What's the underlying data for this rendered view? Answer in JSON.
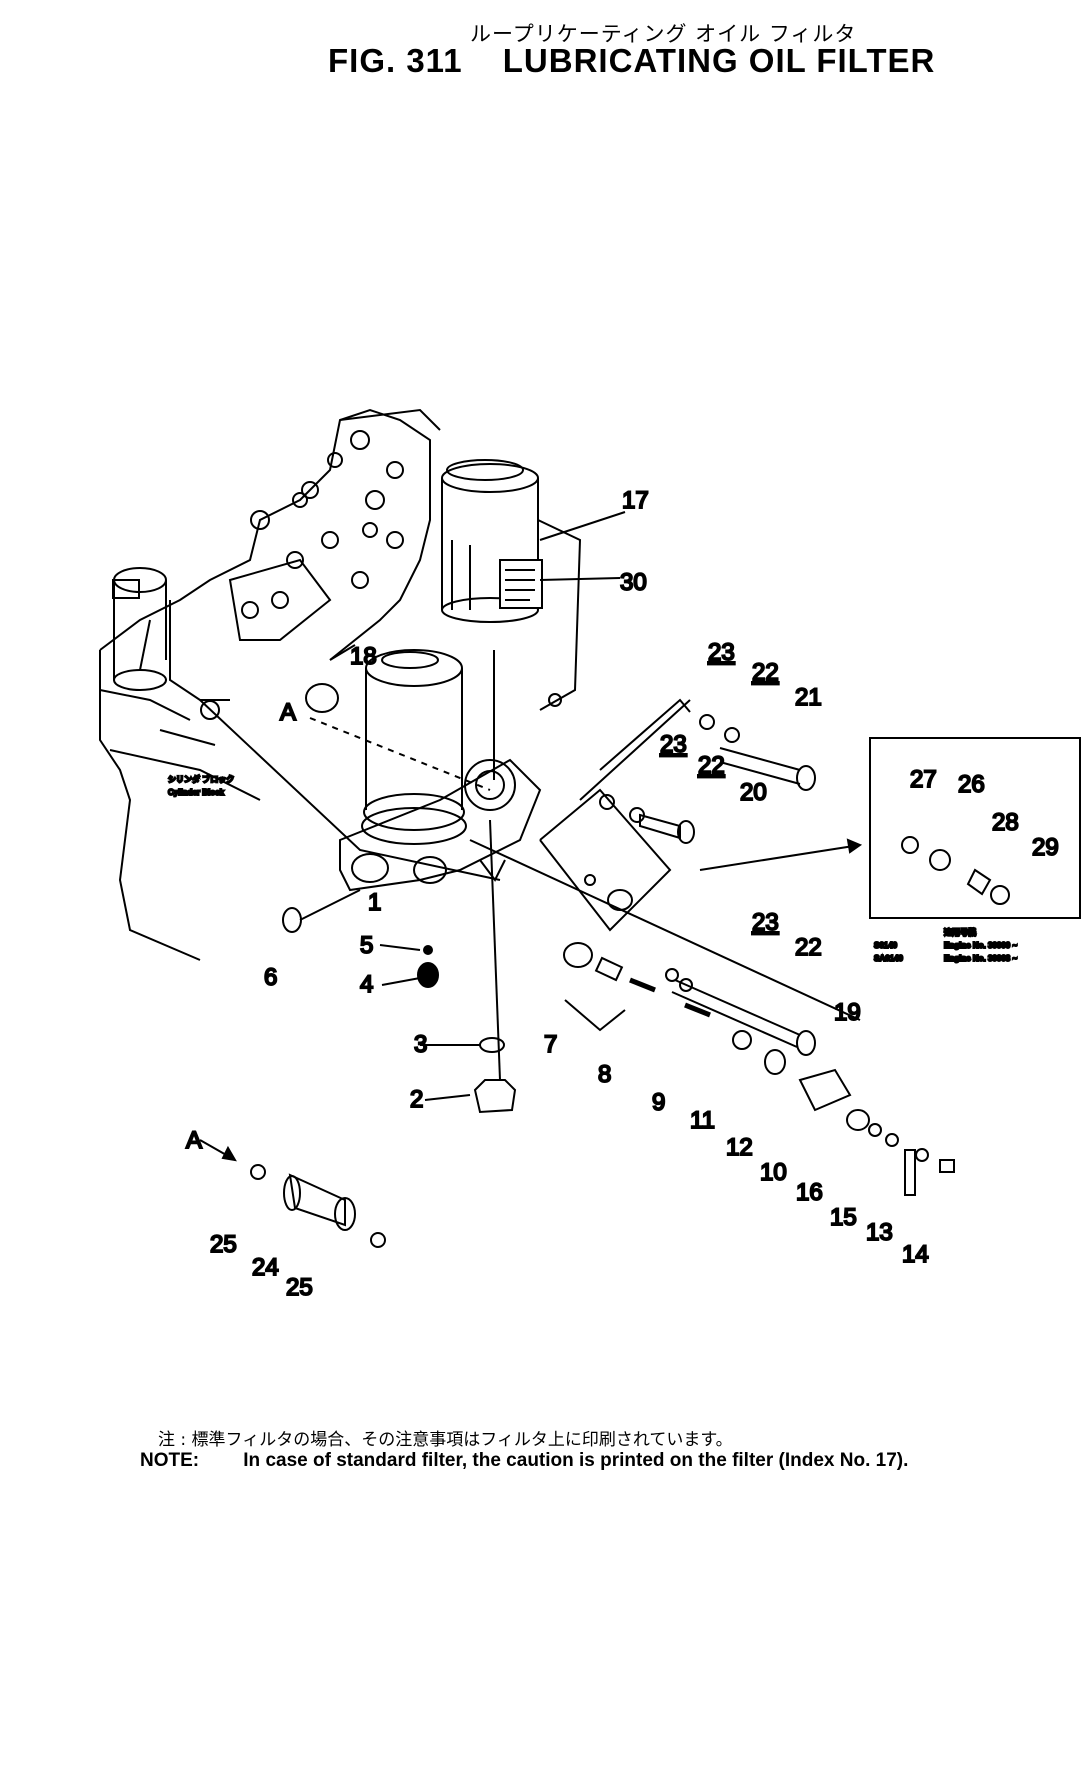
{
  "header": {
    "title_jp": "ループリケーティング オイル フィルタ",
    "figure_number": "FIG. 311",
    "title": "LUBRICATING OIL FILTER"
  },
  "diagram": {
    "cylinder_block_jp": "シリンダ ブロック",
    "cylinder_block": "Cylinder Block",
    "arrow_tag": "A",
    "part_labels": [
      "1",
      "2",
      "3",
      "4",
      "5",
      "6",
      "7",
      "8",
      "9",
      "10",
      "11",
      "12",
      "13",
      "14",
      "15",
      "16",
      "17",
      "18",
      "19",
      "20",
      "21",
      "22",
      "23",
      "24",
      "25",
      "26",
      "27",
      "28",
      "29",
      "30"
    ],
    "inset_serial": {
      "header_jp": "適用号機",
      "rows": [
        {
          "model": "S6140",
          "engine": "Engine No. 30000 ~"
        },
        {
          "model": "SA6140",
          "engine": "Engine No. 30003 ~"
        }
      ]
    }
  },
  "note": {
    "jp_label": "注 :",
    "jp_text": "標準フィルタの場合、その注意事項はフィルタ上に印刷されています。",
    "label": "NOTE:",
    "text": "In case of standard filter, the caution is printed on the filter (Index No. 17)."
  }
}
